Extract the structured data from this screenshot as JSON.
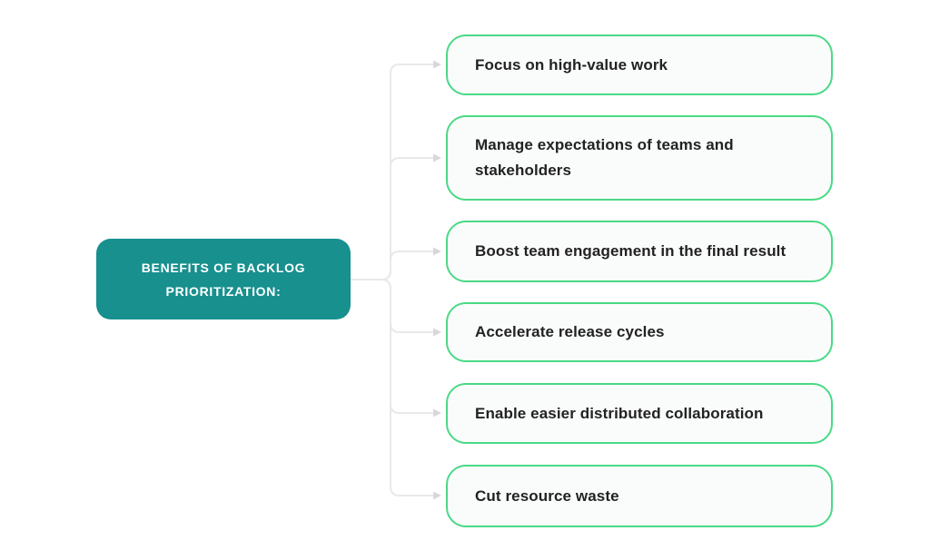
{
  "diagram": {
    "root": {
      "label": "BENEFITS OF BACKLOG PRIORITIZATION:"
    },
    "benefits": [
      {
        "label": "Focus on high-value work"
      },
      {
        "label": "Manage expectations of teams and stakeholders"
      },
      {
        "label": "Boost team engagement in the final result"
      },
      {
        "label": "Accelerate release cycles"
      },
      {
        "label": "Enable easier distributed collaboration"
      },
      {
        "label": "Cut resource waste"
      }
    ],
    "colors": {
      "page_bg": "#ffffff",
      "root_bg": "#17908e",
      "root_text": "#ffffff",
      "benefit_border": "#4ad985",
      "benefit_bg": "#fafcfb",
      "benefit_text": "#222222",
      "connector": "#e9e9e9",
      "arrow": "#d8d8d8"
    }
  }
}
